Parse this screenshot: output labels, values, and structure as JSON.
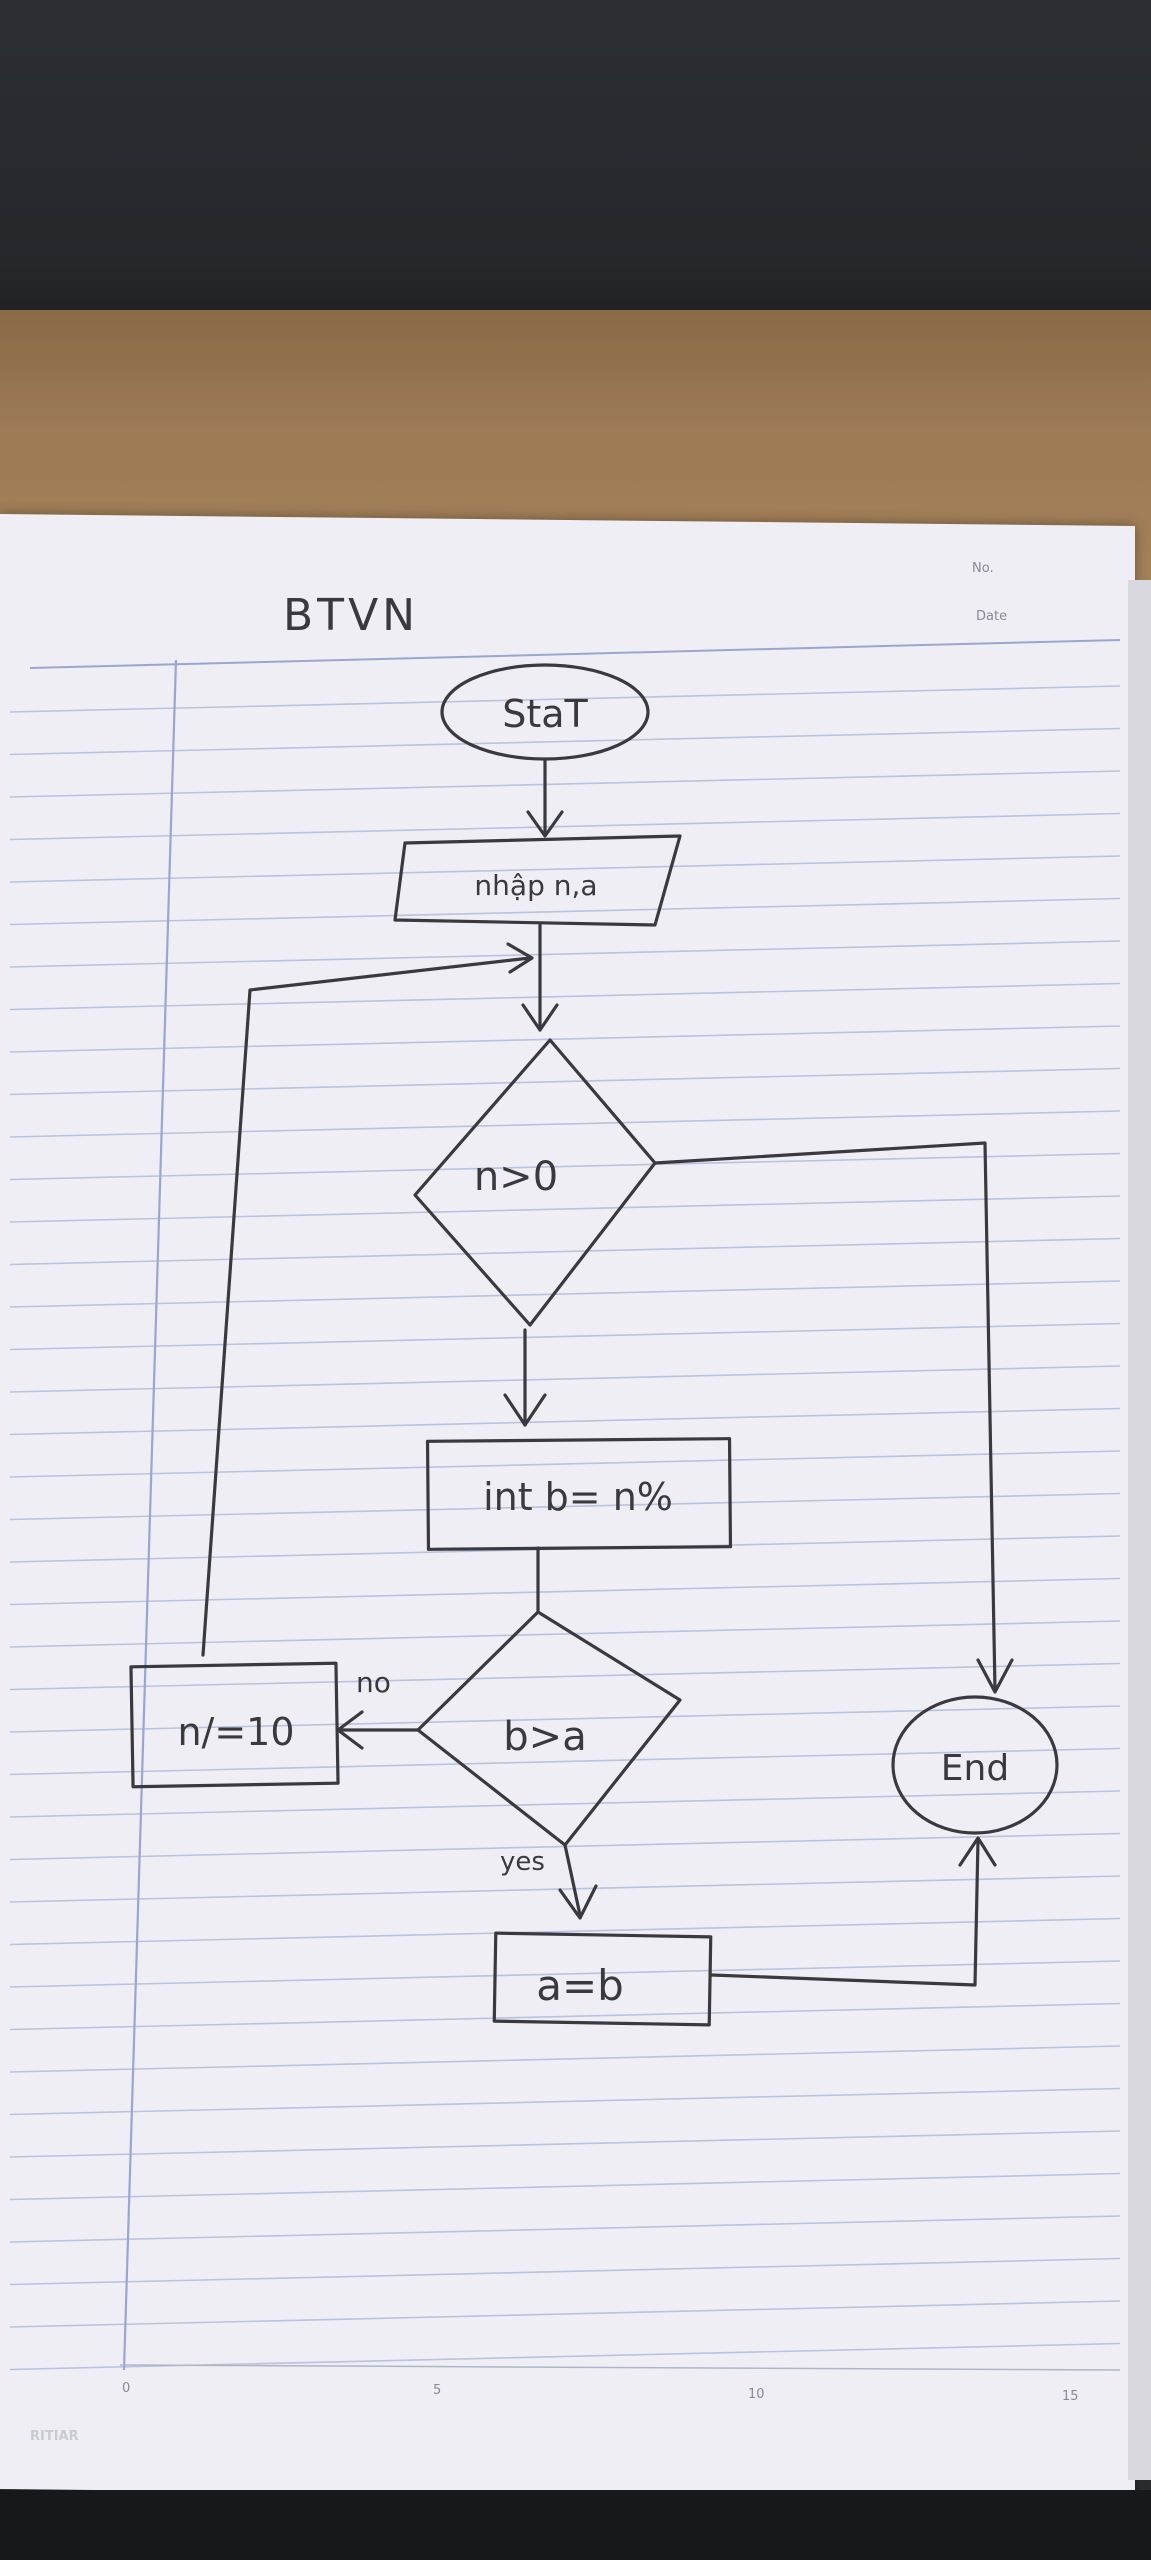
{
  "page": {
    "title": "BTVN",
    "header_no": "No.",
    "header_date": "Date",
    "ruler_marks": [
      "0",
      "5",
      "10",
      "15"
    ],
    "imprint": "RITIAR"
  },
  "flowchart": {
    "start": "StaT",
    "input": "nhập n,a",
    "cond_n": "n>0",
    "process_b": "int b= n%",
    "cond_b": "b>a",
    "update_n": "n/=10",
    "assign": "a=b",
    "end": "End",
    "label_no": "no",
    "label_yes": "yes"
  },
  "colors": {
    "ink": "#3a3a3e",
    "paper": "#eeeef4",
    "rule_line": "#b9c2de",
    "margin_line": "#9aa6cf"
  }
}
